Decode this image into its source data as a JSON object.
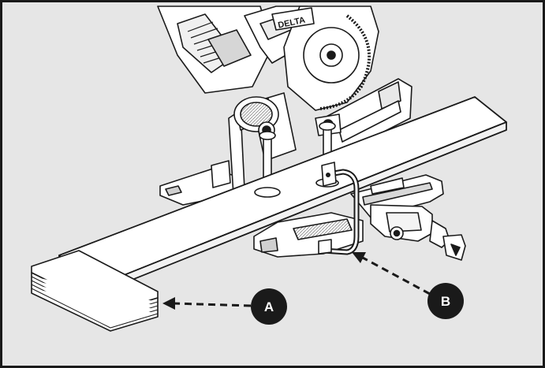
{
  "figure": {
    "background_color": "#e6e6e6",
    "line_color": "#1a1a1a",
    "callouts": [
      {
        "id": "A",
        "label": "A"
      },
      {
        "id": "B",
        "label": "B"
      }
    ],
    "brand_text": "DELTA"
  }
}
